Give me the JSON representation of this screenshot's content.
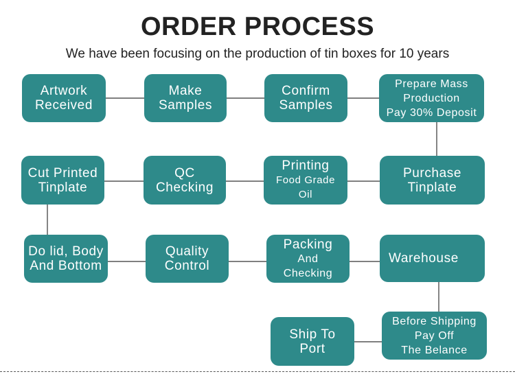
{
  "header": {
    "title": "ORDER PROCESS",
    "subtitle": "We have been focusing on the production of tin boxes for 10 years"
  },
  "steps": {
    "artwork_received": [
      "Artwork",
      "Received"
    ],
    "make_samples": [
      "Make",
      "Samples"
    ],
    "confirm_samples": [
      "Confirm",
      "Samples"
    ],
    "prepare_mass_production": [
      "Prepare Mass",
      "Production",
      "Pay 30% Deposit"
    ],
    "purchase_tinplate": [
      "Purchase",
      "Tinplate"
    ],
    "printing": [
      "Printing",
      "Food Grade",
      "Oil"
    ],
    "qc_checking": [
      "QC",
      "Checking"
    ],
    "cut_printed_tinplate": [
      "Cut Printed",
      "Tinplate"
    ],
    "do_lid_body_bottom": [
      "Do lid, Body",
      "And Bottom"
    ],
    "quality_control": [
      "Quality",
      "Control"
    ],
    "packing_and_checking": [
      "Packing",
      "And",
      "Checking"
    ],
    "warehouse": [
      "Warehouse"
    ],
    "before_shipping": [
      "Before Shipping",
      "Pay Off",
      "The Belance"
    ],
    "ship_to_port": [
      "Ship To",
      "Port"
    ]
  },
  "colors": {
    "box_fill": "#2e8a8a",
    "box_text": "#ffffff",
    "connector": "#333333",
    "title_text": "#222222"
  }
}
